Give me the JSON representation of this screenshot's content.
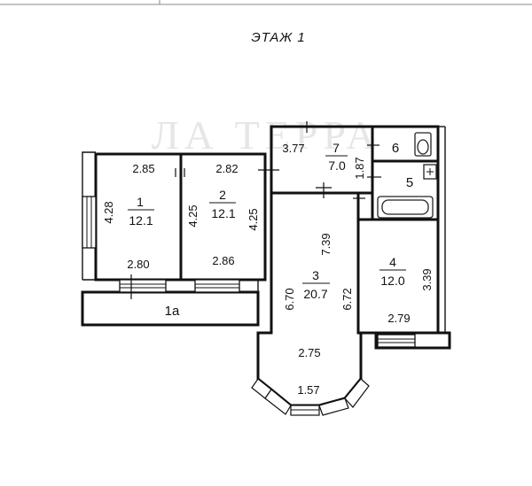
{
  "floor_title": "ЭТАЖ 1",
  "watermark": "ЛА ТЕРРА",
  "colors": {
    "line": "#111111",
    "background": "#ffffff",
    "watermark": "#e6e6e6"
  },
  "rooms": {
    "r1": {
      "number": "1",
      "area": "12.1",
      "dim_top": "2.85",
      "dim_side": "4.28",
      "dim_bottom": "2.80"
    },
    "r2": {
      "number": "2",
      "area": "12.1",
      "dim_top": "2.82",
      "dim_left": "4.25",
      "dim_right": "4.25",
      "dim_bottom": "2.86"
    },
    "r3": {
      "number": "3",
      "area": "20.7",
      "dim_upper": "7.39",
      "dim_left": "6.70",
      "dim_right": "6.72",
      "dim_lower": "2.75",
      "dim_bay": "1.57"
    },
    "r4": {
      "number": "4",
      "area": "12.0",
      "dim_side": "3.39",
      "dim_bottom": "2.79"
    },
    "r5": {
      "number": "5"
    },
    "r6": {
      "number": "6"
    },
    "r7": {
      "number": "7",
      "area": "7.0",
      "dim_top": "3.77",
      "dim_side": "1.87"
    },
    "r1a": {
      "number": "1a"
    }
  }
}
